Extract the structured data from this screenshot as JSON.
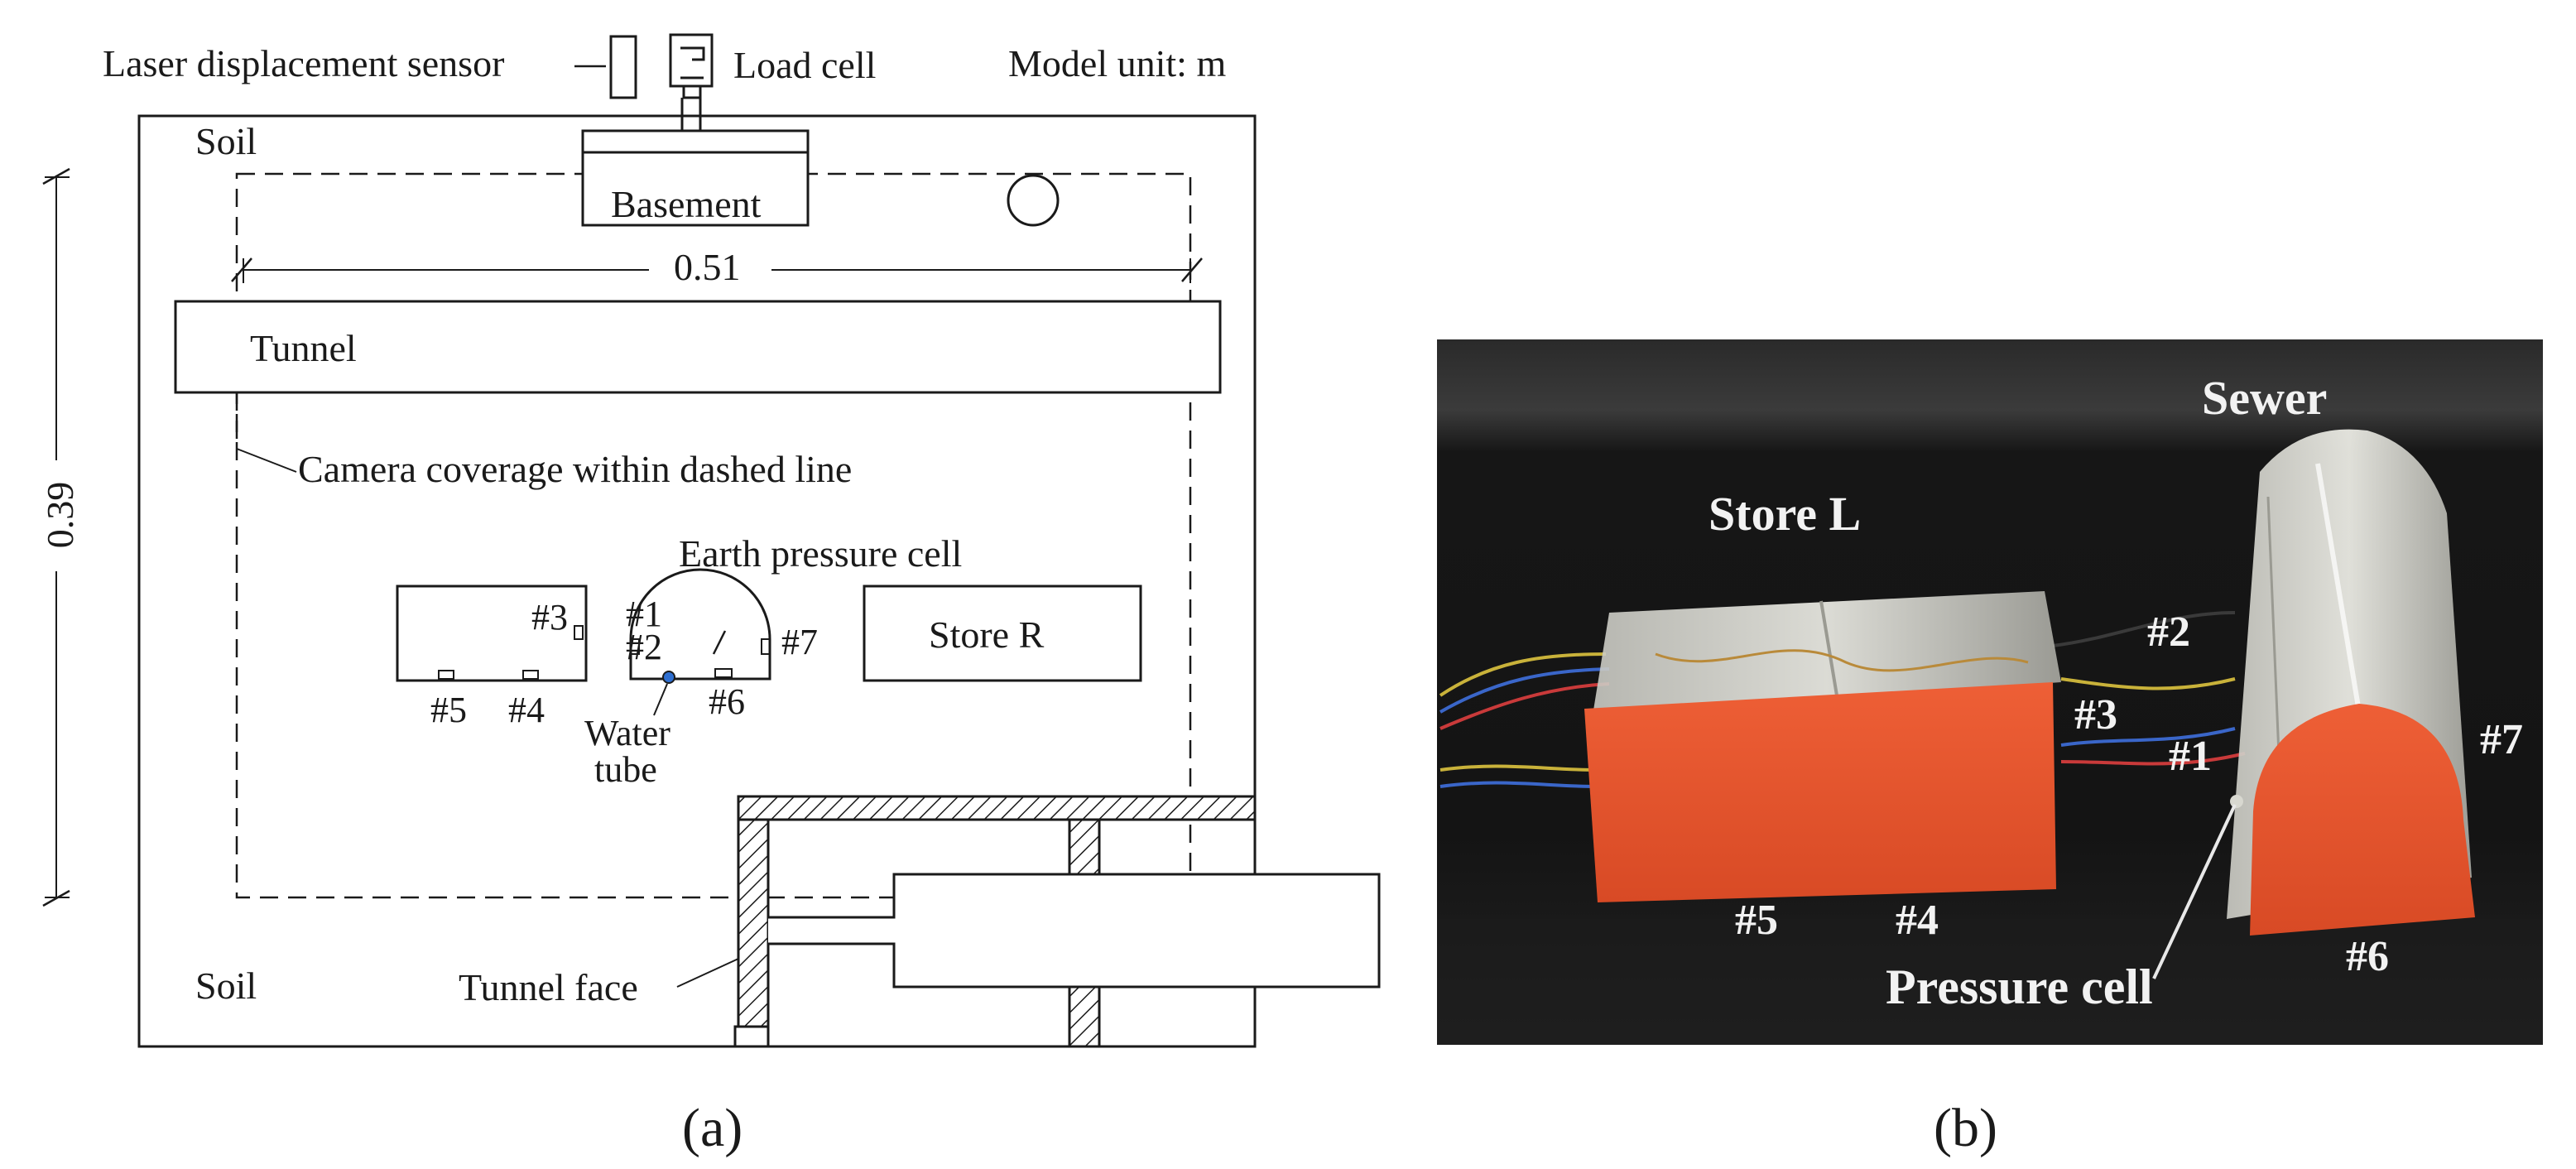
{
  "panel_a": {
    "caption": "(a)",
    "labels": {
      "laser_sensor": "Laser displacement sensor",
      "load_cell": "Load cell",
      "model_unit": "Model unit: m",
      "soil_top": "Soil",
      "basement": "Basement",
      "width_dim": "0.51",
      "height_dim": "0.39",
      "tunnel": "Tunnel",
      "camera": "Camera coverage within dashed line",
      "earth_pressure": "Earth pressure cell",
      "store_r": "Store R",
      "water": "Water",
      "tube": "tube",
      "soil_bottom": "Soil",
      "tunnel_face": "Tunnel face"
    },
    "cell_labels": {
      "c1": "#1",
      "c2": "#2",
      "c3": "#3",
      "c4": "#4",
      "c5": "#5",
      "c6": "#6",
      "c7": "#7"
    }
  },
  "panel_b": {
    "caption": "(b)",
    "labels": {
      "sewer": "Sewer",
      "store_l": "Store L",
      "pressure_cell": "Pressure cell"
    },
    "cell_labels": {
      "c1": "#1",
      "c2": "#2",
      "c3": "#3",
      "c4": "#4",
      "c5": "#5",
      "c6": "#6",
      "c7": "#7"
    },
    "colors": {
      "model_face": "#e2532d",
      "background": "#121212",
      "acrylic": "#dcdcd4"
    }
  }
}
